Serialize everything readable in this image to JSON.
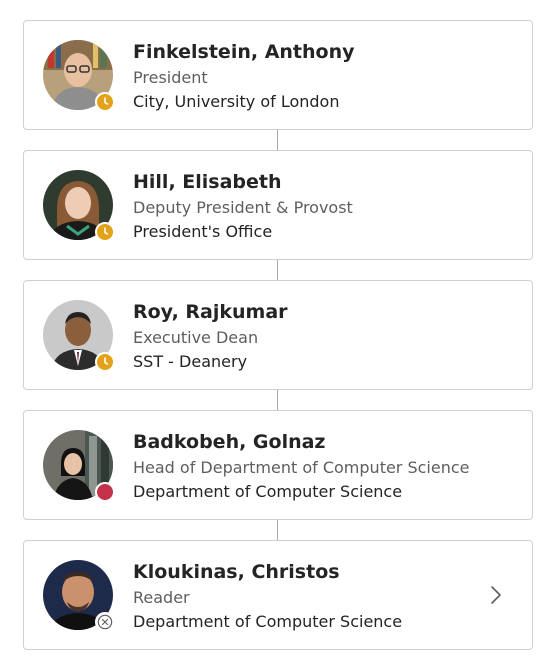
{
  "people": [
    {
      "name": "Finkelstein, Anthony",
      "title": "President",
      "department": "City, University of London",
      "presence": "away"
    },
    {
      "name": "Hill, Elisabeth",
      "title": "Deputy President & Provost",
      "department": "President's Office",
      "presence": "away"
    },
    {
      "name": "Roy, Rajkumar",
      "title": "Executive Dean",
      "department": "SST - Deanery",
      "presence": "away"
    },
    {
      "name": "Badkobeh, Golnaz",
      "title": "Head of Department of Computer Science",
      "department": "Department of Computer Science",
      "presence": "busy"
    },
    {
      "name": "Kloukinas, Christos",
      "title": "Reader",
      "department": "Department of Computer Science",
      "presence": "offline"
    }
  ],
  "colors": {
    "away": "#e3a21a",
    "busy": "#c4314b",
    "offline": "#605e5c",
    "card_border": "#d2d0ce",
    "connector": "#a9a9a9"
  },
  "icons": {
    "away": "clock-icon",
    "busy": "busy-dot-icon",
    "offline": "offline-x-icon",
    "expand": "chevron-right-icon"
  }
}
